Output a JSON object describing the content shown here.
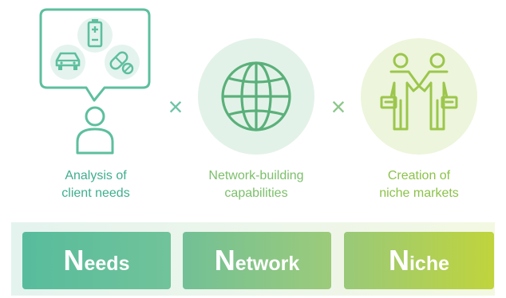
{
  "captions": {
    "needs": [
      "Analysis of",
      "client needs"
    ],
    "network": [
      "Network-building",
      "capabilities"
    ],
    "niche": [
      "Creation of",
      "niche markets"
    ]
  },
  "operators": [
    "×",
    "×"
  ],
  "pills": [
    {
      "initial": "N",
      "rest": "eeds"
    },
    {
      "initial": "N",
      "rest": "etwork"
    },
    {
      "initial": "N",
      "rest": "iche"
    }
  ],
  "icons": {
    "needs": [
      "battery-icon",
      "car-icon",
      "pill-capsule-icon",
      "person-icon",
      "speech-bubble-icon"
    ],
    "network": "globe-icon",
    "niche": "handshake-people-icon"
  },
  "colors": {
    "teal": "#5dbf9e",
    "green": "#86c27a",
    "lime": "#b9d256",
    "caption_teal": "#3fae8f",
    "caption_green": "#7cbf6b",
    "caption_lime": "#8cc24a"
  }
}
